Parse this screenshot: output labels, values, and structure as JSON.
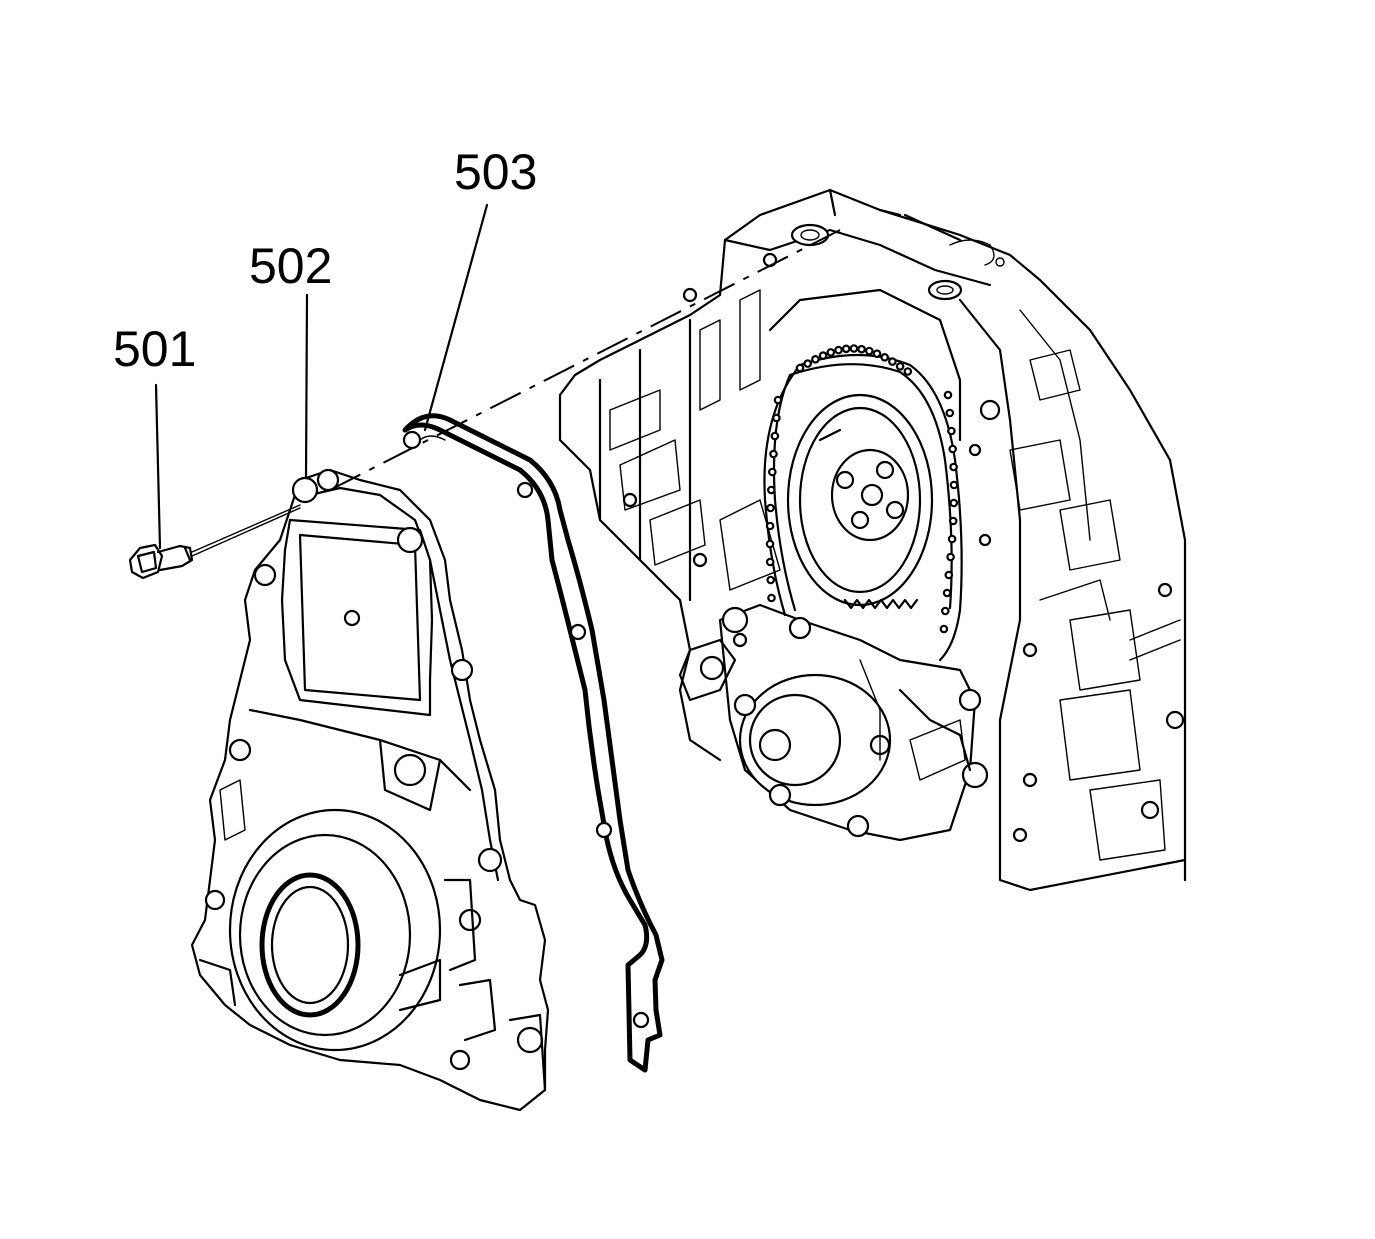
{
  "callouts": {
    "c501": "501",
    "c502": "502",
    "c503": "503"
  },
  "colors": {
    "line": "#000000",
    "background": "#ffffff"
  }
}
